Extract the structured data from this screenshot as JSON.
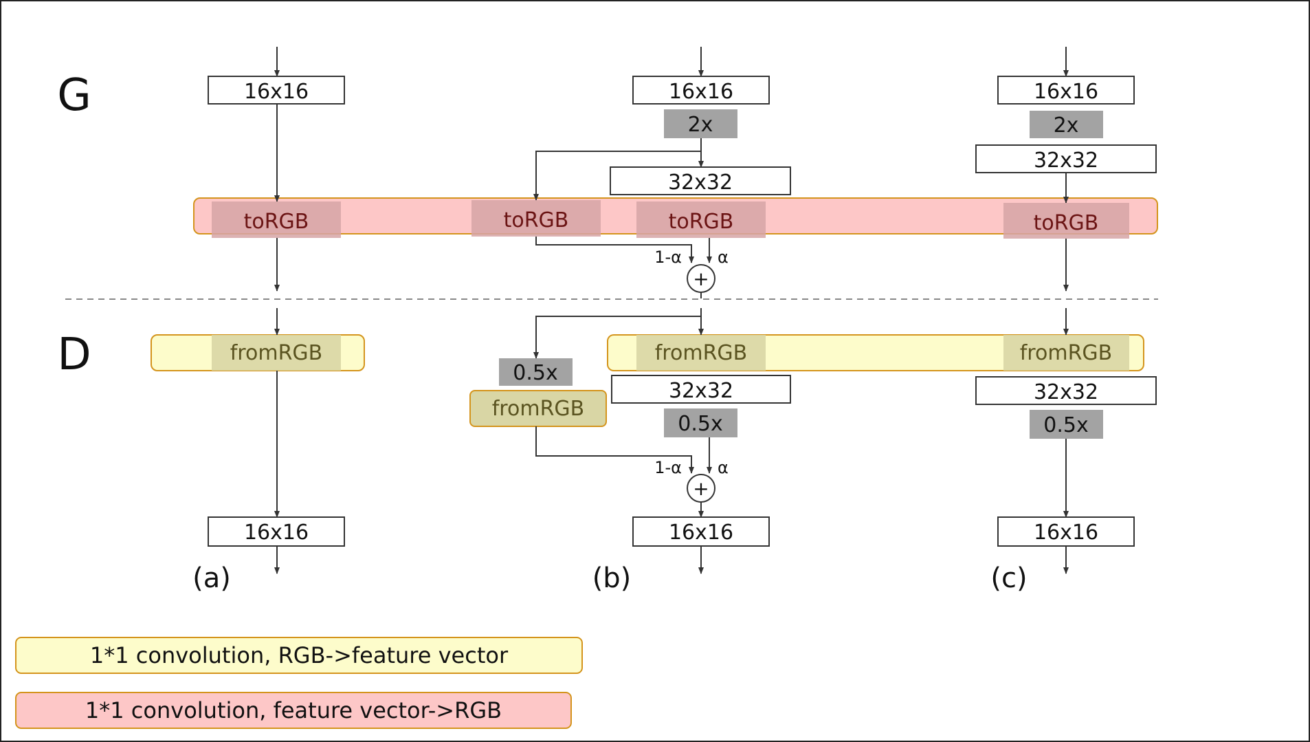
{
  "labels": {
    "g": "G",
    "d": "D",
    "panel_a": "(a)",
    "panel_b": "(b)",
    "panel_c": "(c)"
  },
  "blocks": {
    "res16": "16x16",
    "res32": "32x32",
    "upsample": "2x",
    "downsample": "0.5x",
    "to_rgb": "toRGB",
    "from_rgb": "fromRGB"
  },
  "blend": {
    "one_minus_alpha": "1-α",
    "alpha": "α",
    "plus": "+"
  },
  "legend": {
    "from_rgb_desc": "1*1 convolution, RGB->feature vector",
    "to_rgb_desc": "1*1 convolution, feature vector->RGB"
  },
  "colors": {
    "to_rgb_band": "#fdc7c7",
    "from_rgb_band": "#fdfccb",
    "band_border": "#d4941c",
    "gray_block": "#a3a3a3",
    "to_rgb_block": "#d6a5a6",
    "from_rgb_block": "#d9d6a5",
    "line": "#333333"
  }
}
